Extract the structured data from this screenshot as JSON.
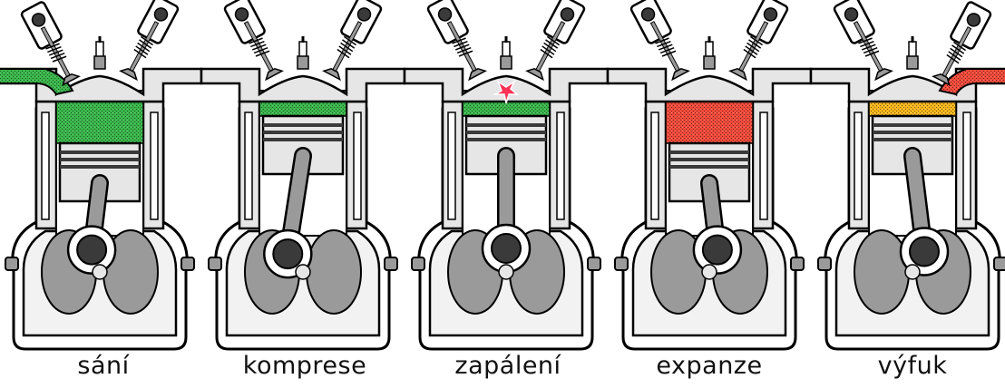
{
  "strokes": [
    {
      "label": "sání",
      "charge_color": "#39b54a",
      "charge_level": 0.95,
      "piston_down": true,
      "intake_open": true,
      "exhaust_open": false,
      "spark": false
    },
    {
      "label": "komprese",
      "charge_color": "#39b54a",
      "charge_level": 0.45,
      "piston_down": false,
      "intake_open": false,
      "exhaust_open": false,
      "spark": false
    },
    {
      "label": "zapálení",
      "charge_color": "#39b54a",
      "charge_level": 0.25,
      "piston_down": false,
      "intake_open": false,
      "exhaust_open": false,
      "spark": true
    },
    {
      "label": "expanze",
      "charge_color": "#f04a3a",
      "charge_level": 0.55,
      "piston_down": true,
      "intake_open": false,
      "exhaust_open": false,
      "spark": false
    },
    {
      "label": "výfuk",
      "charge_color": "#f5b51c",
      "charge_level": 0.6,
      "piston_down": false,
      "intake_open": false,
      "exhaust_open": true,
      "spark": false
    }
  ],
  "colors": {
    "outline": "#000000",
    "metal_light": "#e6e6e6",
    "metal_mid": "#9a9a9a",
    "metal_dark": "#3a3a3a",
    "intake_gas": "#39b54a",
    "exhaust_gas": "#f04a3a",
    "spark": "#ff3355"
  }
}
